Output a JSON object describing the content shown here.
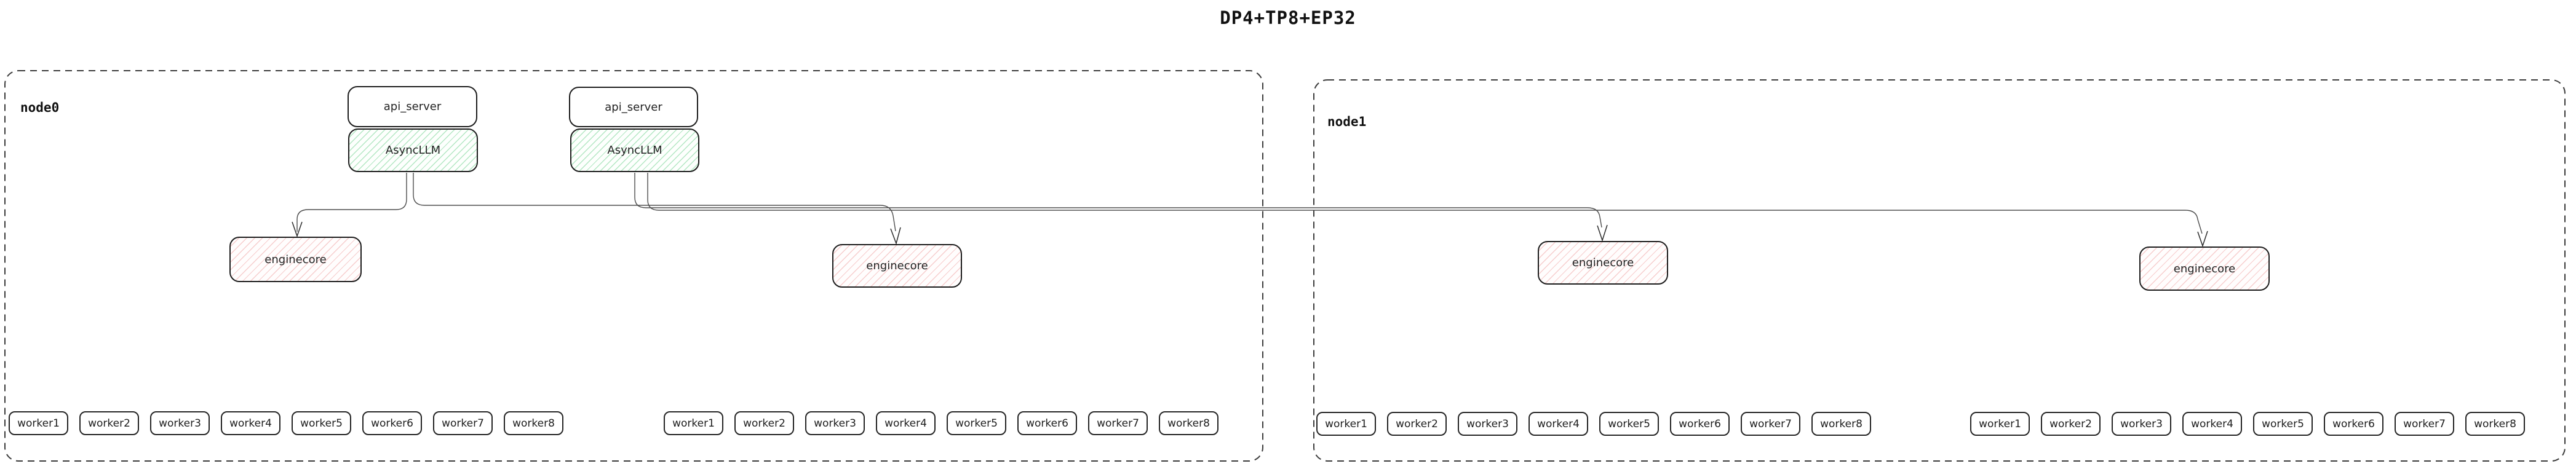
{
  "title": "DP4+TP8+EP32",
  "colors": {
    "green_hatch": "#76d393",
    "red_hatch": "#eb8a8a",
    "box_border": "#1d1d1d",
    "edge_line": "#4d4d4d",
    "node_border": "#3c3c3c",
    "background": "#ffffff"
  },
  "node0": {
    "label": "node0",
    "stacks": [
      {
        "api_server": "api_server",
        "asyncllm": "AsyncLLM"
      },
      {
        "api_server": "api_server",
        "asyncllm": "AsyncLLM"
      }
    ],
    "enginecores": [
      "enginecore",
      "enginecore"
    ],
    "worker_groups": [
      [
        "worker1",
        "worker2",
        "worker3",
        "worker4",
        "worker5",
        "worker6",
        "worker7",
        "worker8"
      ],
      [
        "worker1",
        "worker2",
        "worker3",
        "worker4",
        "worker5",
        "worker6",
        "worker7",
        "worker8"
      ]
    ]
  },
  "node1": {
    "label": "node1",
    "enginecores": [
      "enginecore",
      "enginecore"
    ],
    "worker_groups": [
      [
        "worker1",
        "worker2",
        "worker3",
        "worker4",
        "worker5",
        "worker6",
        "worker7",
        "worker8"
      ],
      [
        "worker1",
        "worker2",
        "worker3",
        "worker4",
        "worker5",
        "worker6",
        "worker7",
        "worker8"
      ]
    ]
  }
}
